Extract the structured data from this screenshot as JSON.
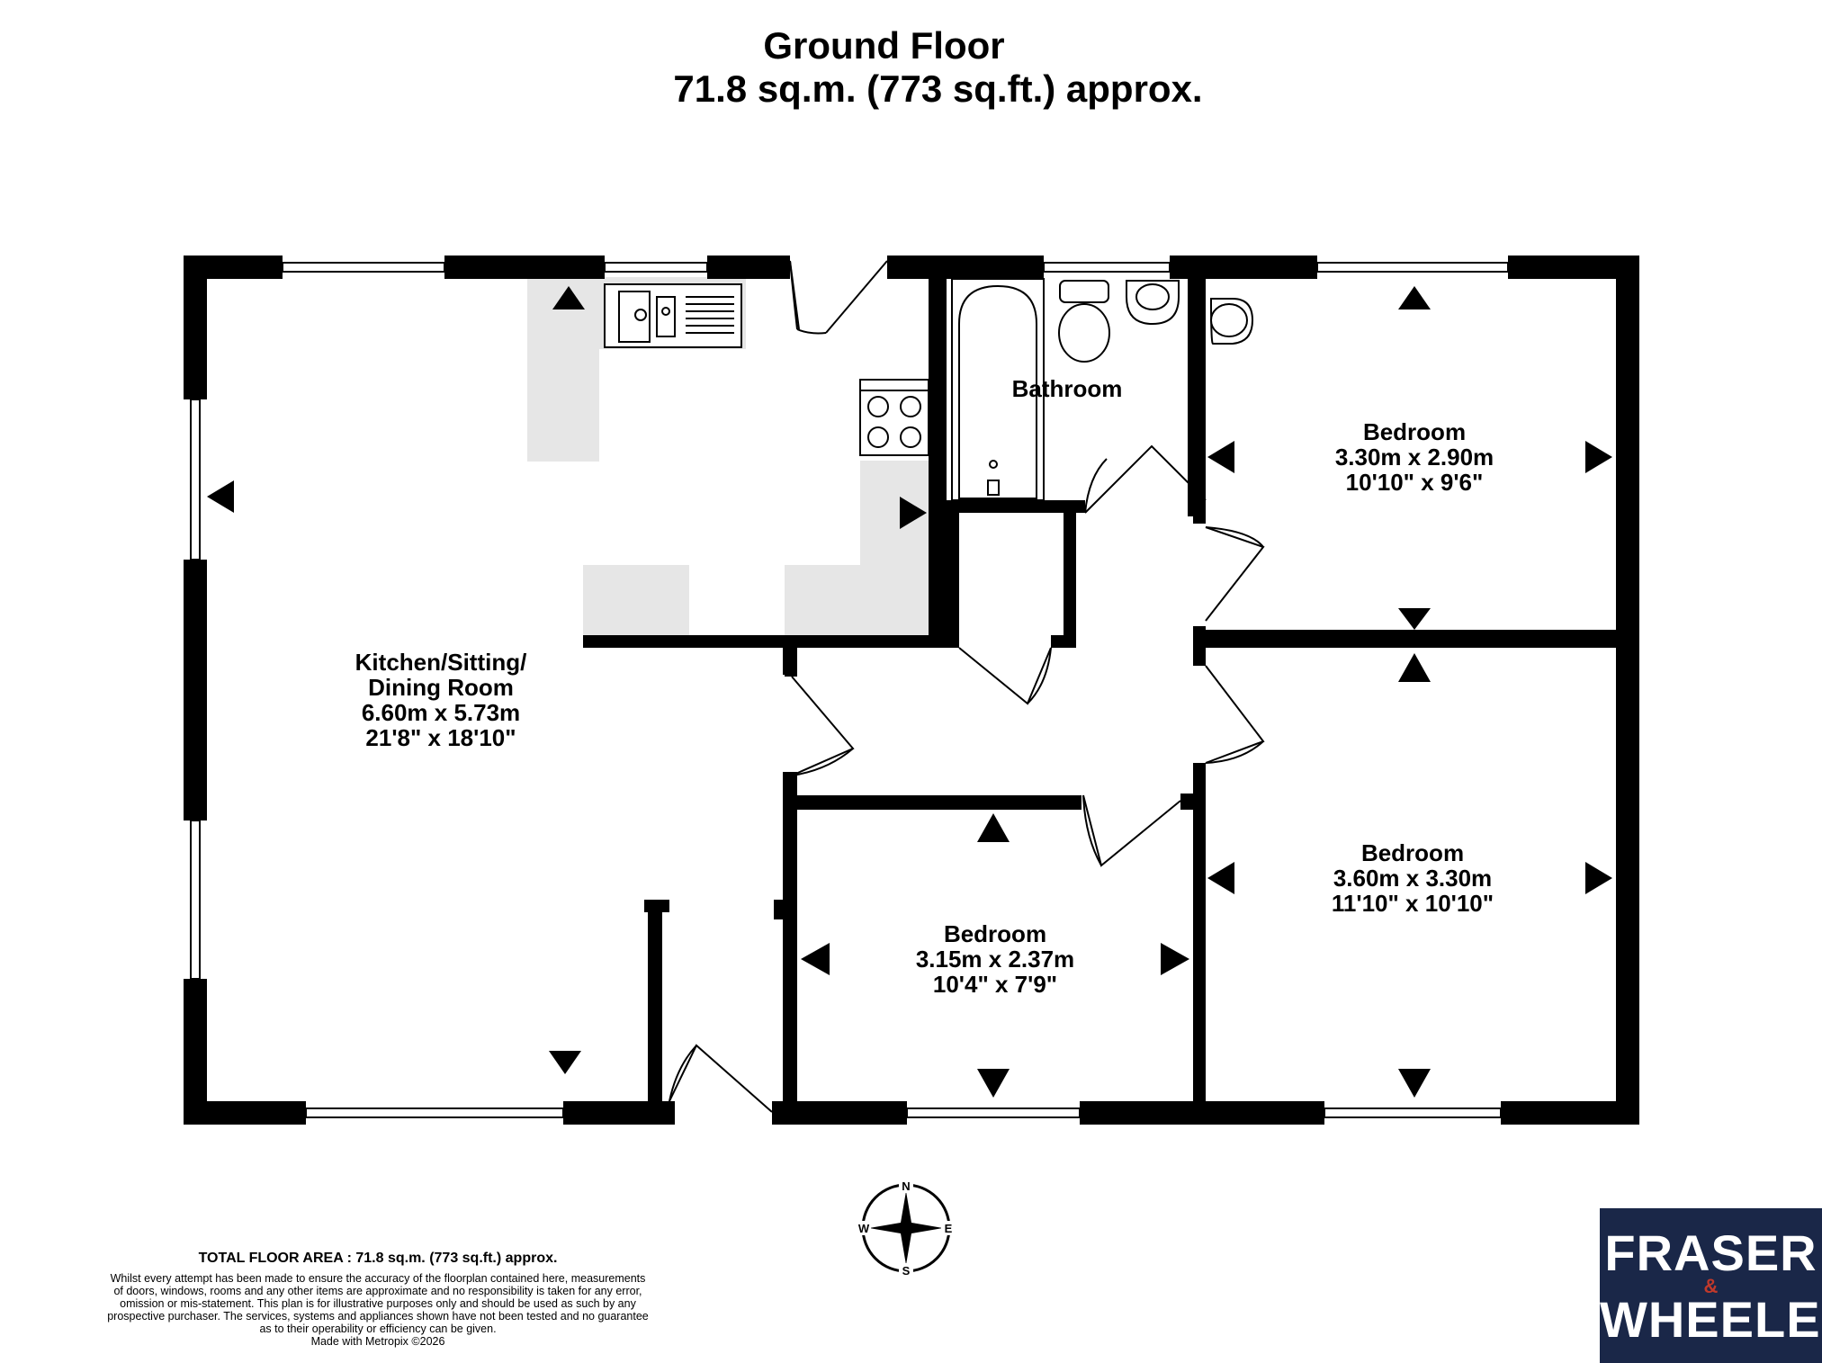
{
  "header": {
    "floor_name": "Ground Floor",
    "floor_area": "71.8 sq.m. (773 sq.ft.) approx."
  },
  "rooms": [
    {
      "name_line1": "Kitchen/Sitting/",
      "name_line2": "Dining Room",
      "metric": "6.60m  x 5.73m",
      "imperial": "21'8\"  x 18'10\""
    },
    {
      "name_line1": "Bathroom"
    },
    {
      "name_line1": "Bedroom",
      "metric": "3.30m  x 2.90m",
      "imperial": "10'10\"  x 9'6\""
    },
    {
      "name_line1": "Bedroom",
      "metric": "3.60m  x 3.30m",
      "imperial": "11'10\"  x 10'10\""
    },
    {
      "name_line1": "Bedroom",
      "metric": "3.15m  x 2.37m",
      "imperial": "10'4\"  x 7'9\""
    }
  ],
  "compass": {
    "n": "N",
    "s": "S",
    "e": "E",
    "w": "W"
  },
  "footer": {
    "total": "TOTAL FLOOR AREA : 71.8 sq.m. (773 sq.ft.) approx.",
    "disclaimer_lines": [
      "Whilst every attempt has been made to ensure the accuracy of the floorplan contained here, measurements",
      "of doors, windows, rooms and any other items are approximate and no responsibility is taken for any error,",
      "omission or mis-statement. This plan is for illustrative purposes only and should be used as such by any",
      "prospective purchaser. The services, systems and appliances shown have not been tested and no guarantee",
      "as to their operability or efficiency can be given.",
      "Made with Metropix ©2026"
    ]
  },
  "logo": {
    "line1": "FRASER",
    "amp": "&",
    "line2": "WHEELER",
    "bg": "#1a2748",
    "amp_color": "#c0392b"
  },
  "colors": {
    "wall": "#000000",
    "worktop": "#e6e6e6"
  }
}
